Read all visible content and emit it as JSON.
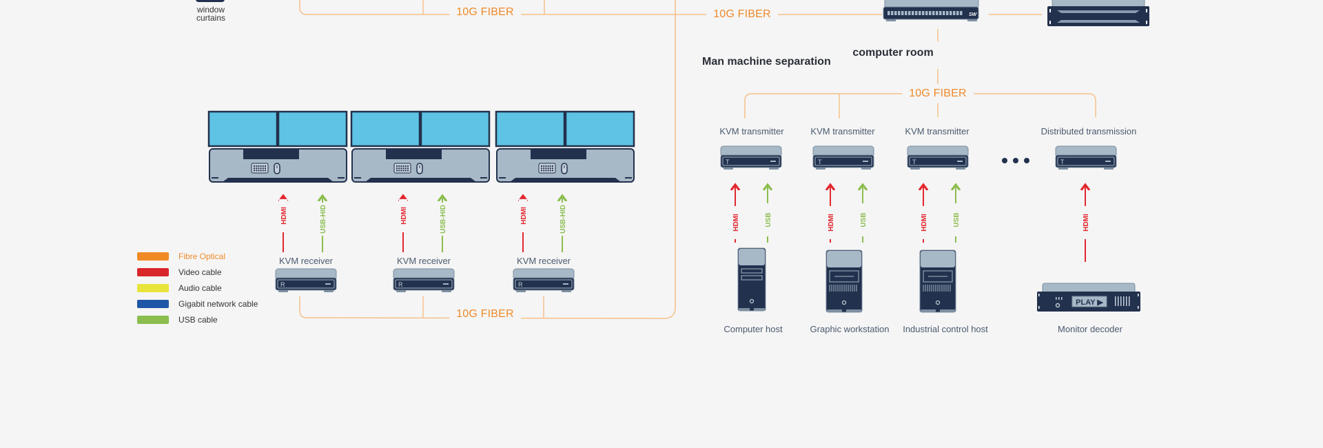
{
  "labels": {
    "window_curtains": "window\ncurtains",
    "computer_room": "computer room",
    "man_machine_separation": "Man machine separation",
    "fiber_top_left": "10G FIBER",
    "fiber_top_middle": "10G FIBER",
    "fiber_room": "10G FIBER",
    "fiber_bottom": "10G FIBER",
    "switch_text": "SW",
    "ellipsis": "• • •"
  },
  "workstations": [
    {
      "receiver_label": "KVM receiver",
      "video": "HDMI",
      "control": "USB-HID",
      "receiver_letter": "R"
    },
    {
      "receiver_label": "KVM receiver",
      "video": "HDMI",
      "control": "USB-HID",
      "receiver_letter": "R"
    },
    {
      "receiver_label": "KVM receiver",
      "video": "HDMI",
      "control": "USB-HID",
      "receiver_letter": "R"
    }
  ],
  "transmitters": [
    {
      "label": "KVM transmitter",
      "letter": "T",
      "video": "HDMI",
      "control": "USB",
      "host": "Computer host"
    },
    {
      "label": "KVM transmitter",
      "letter": "T",
      "video": "HDMI",
      "control": "USB",
      "host": "Graphic workstation"
    },
    {
      "label": "KVM transmitter",
      "letter": "T",
      "video": "HDMI",
      "control": "USB",
      "host": "Industrial control host"
    },
    {
      "label": "Distributed transmission",
      "letter": "T",
      "video": "HDMI",
      "control": null,
      "host": "Monitor decoder"
    }
  ],
  "decoder": {
    "play_text": "PLAY ▶"
  },
  "legend": [
    {
      "label": "Fibre Optical",
      "color": "#f08a24",
      "text_color": "#ee8a2a"
    },
    {
      "label": "Video cable",
      "color": "#d9262a",
      "text_color": "#333333"
    },
    {
      "label": "Audio cable",
      "color": "#e8e43c",
      "text_color": "#333333"
    },
    {
      "label": "Gigabit network cable",
      "color": "#1f56a8",
      "text_color": "#333333"
    },
    {
      "label": "USB cable",
      "color": "#8bbd4f",
      "text_color": "#333333"
    }
  ],
  "colors": {
    "fiber": "#f5c08a",
    "fiber_text": "#ee8a2a",
    "hdmi": "#e3262e",
    "usb": "#8bbd4f",
    "device_dark": "#22314d",
    "device_light": "#a7b8c7",
    "screen": "#5ec3e4"
  }
}
